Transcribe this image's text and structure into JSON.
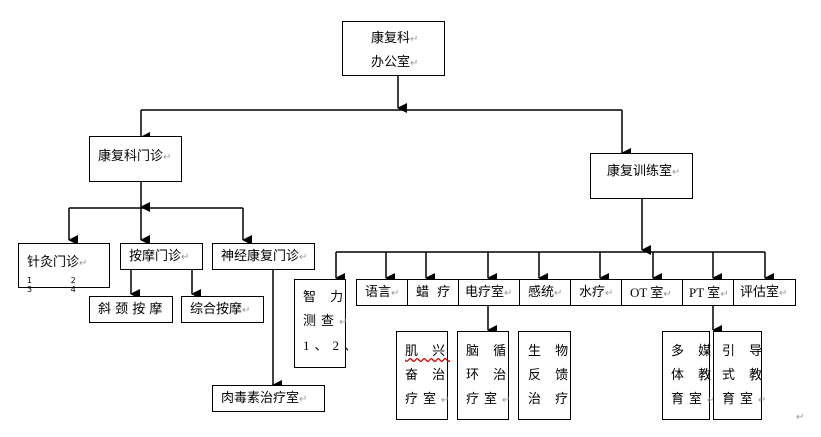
{
  "title": "康复科组织结构图",
  "paragraph_mark": "↵",
  "nodes": {
    "root": {
      "line1": "康复科",
      "line2": "办公室"
    },
    "outpatient": {
      "label": "康复科门诊"
    },
    "training": {
      "label": "康复训练室"
    },
    "acupuncture": {
      "label": "针灸门诊",
      "sub": "1 2 3 4"
    },
    "massage": {
      "label": "按摩门诊"
    },
    "neuro": {
      "label": "神经康复门诊"
    },
    "neck_massage": {
      "label": "斜 颈 按 摩"
    },
    "general_massage": {
      "label": "综合按摩"
    },
    "botox": {
      "label": "肉毒素治疗室"
    },
    "iq_test": {
      "line1": "智 力",
      "line2": "测查",
      "line3": "1、2、"
    },
    "speech": {
      "label": "语言"
    },
    "wax": {
      "label": "蜡  疗"
    },
    "electro": {
      "label": "电疗室"
    },
    "sensory": {
      "label": "感统"
    },
    "hydro": {
      "label": "水疗"
    },
    "ot": {
      "label": "OT 室"
    },
    "pt": {
      "label": "PT 室"
    },
    "assess": {
      "label": "评估室"
    },
    "muscle": {
      "line1": "肌 兴",
      "line2": "奋 治",
      "line3": "疗室"
    },
    "brain": {
      "line1": "脑 循",
      "line2": "环 治",
      "line3": "疗室"
    },
    "biofeedback": {
      "line1": "生 物",
      "line2": "反 馈",
      "line3": "治 疗"
    },
    "multimedia": {
      "line1": "多 媒",
      "line2": "体 教",
      "line3": "育室"
    },
    "guided": {
      "line1": "引 导",
      "line2": "式 教",
      "line3": "育室"
    }
  }
}
